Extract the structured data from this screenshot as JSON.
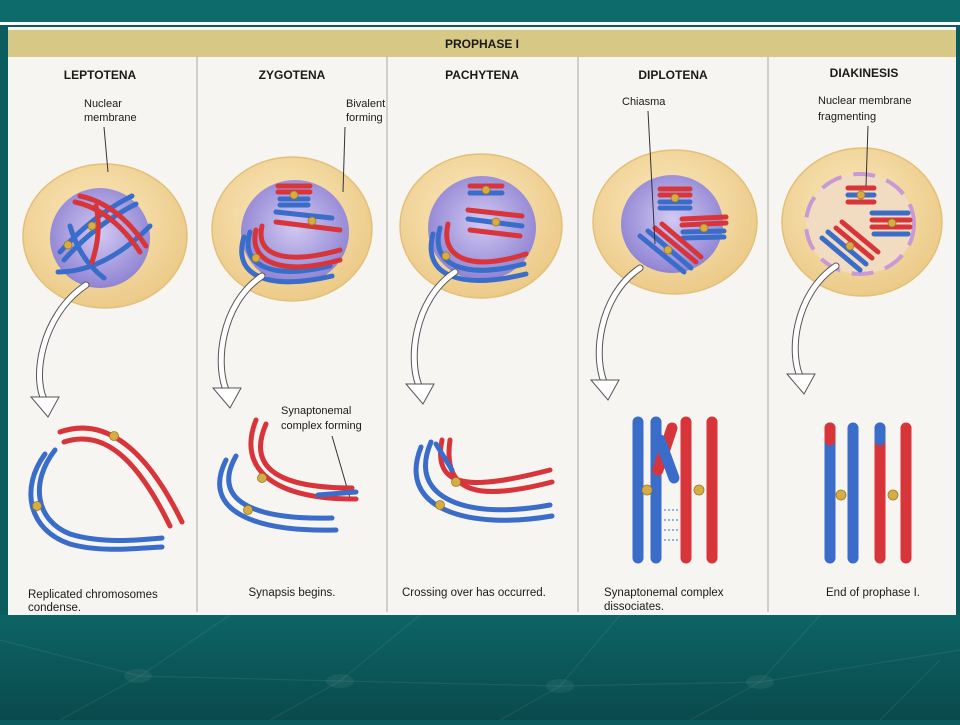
{
  "header": {
    "title": "PROPHASE I"
  },
  "stages": [
    {
      "name": "LEPTOTENA",
      "label": [
        "Nuclear",
        "membrane"
      ],
      "caption": [
        "Replicated chromosomes",
        "condense."
      ]
    },
    {
      "name": "ZYGOTENA",
      "label": [
        "Bivalent",
        "forming"
      ],
      "label2": [
        "Synaptonemal",
        "complex forming"
      ],
      "caption": [
        "Synapsis begins."
      ]
    },
    {
      "name": "PACHYTENA",
      "caption": [
        "Crossing over has occurred."
      ]
    },
    {
      "name": "DIPLOTENA",
      "label": [
        "Chiasma"
      ],
      "caption": [
        "Synaptonemal complex",
        "dissociates."
      ]
    },
    {
      "name": "DIAKINESIS",
      "label": [
        "Nuclear membrane",
        "fragmenting"
      ],
      "caption": [
        "End of prophase I."
      ]
    }
  ],
  "colors": {
    "slide_teal": "#0b5c5e",
    "header_bar": "#d8c886",
    "cell": "#f2d89e",
    "nucleus": "#9a8fd6",
    "chromosome_blue": "#3a6cc9",
    "chromosome_red": "#d8353b",
    "centromere": "#d6ad45"
  }
}
